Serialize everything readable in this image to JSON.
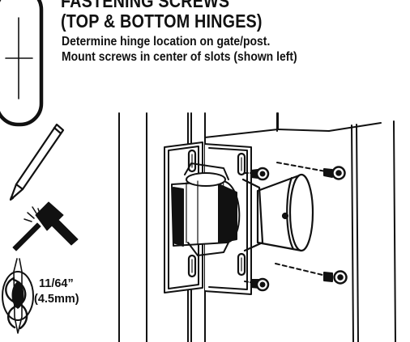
{
  "heading": {
    "line1": "FASTENING SCREWS",
    "line2": "(TOP & BOTTOM HINGES)"
  },
  "instructions": {
    "line1": "Determine hinge location on gate/post.",
    "line2": "Mount screws in center of slots (shown left)"
  },
  "drill_size": {
    "fraction": "11/64”",
    "metric": "(4.5mm)"
  },
  "icons": {
    "slot": "slot-icon",
    "pencil": "pencil-icon",
    "hammer": "hammer-icon",
    "drill_bit": "drill-bit-icon"
  },
  "colors": {
    "ink": "#111111",
    "background": "#ffffff"
  }
}
